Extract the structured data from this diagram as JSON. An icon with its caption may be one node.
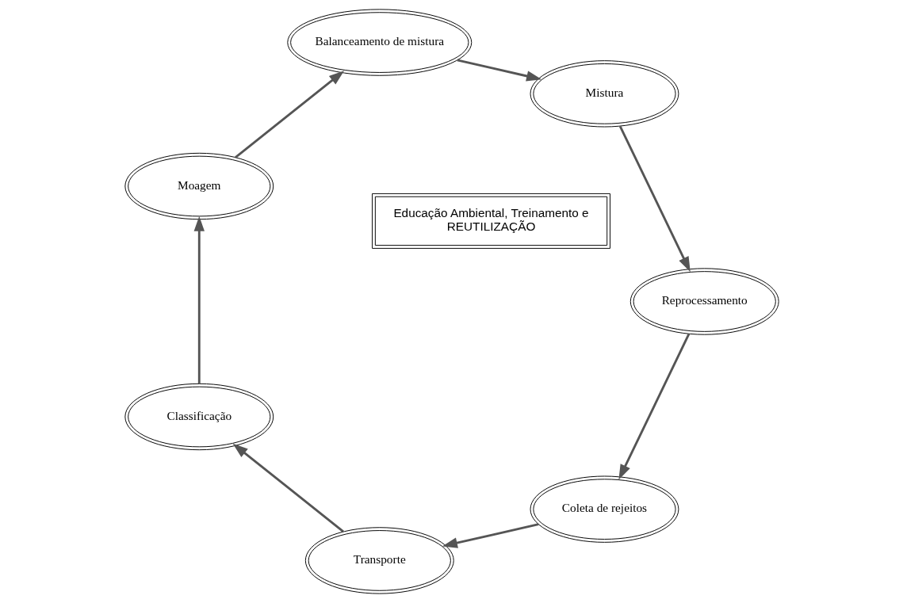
{
  "diagram": {
    "nodes": [
      {
        "text": [
          "Coleta de rejeitos"
        ]
      },
      {
        "text": [
          "Transporte"
        ]
      },
      {
        "text": [
          "Classificação"
        ]
      },
      {
        "text": [
          "Moagem"
        ]
      },
      {
        "text": [
          "Balanceamento de mistura"
        ]
      },
      {
        "text": [
          "Mistura"
        ]
      },
      {
        "text": [
          "Reprocessamento"
        ]
      },
      {
        "text": [
          "Educação Ambiental, Treinamento e",
          "REUTILIZAÇÃO"
        ]
      }
    ],
    "edges": [
      {
        "from": 0,
        "to": 1,
        "arrow": "to"
      },
      {
        "from": 1,
        "to": 2,
        "arrow": "to"
      },
      {
        "from": 2,
        "to": 3,
        "arrow": "to"
      },
      {
        "from": 3,
        "to": 4,
        "arrow": "to"
      },
      {
        "from": 4,
        "to": 5,
        "arrow": "to"
      },
      {
        "from": 5,
        "to": 6,
        "arrow": "to"
      },
      {
        "from": 6,
        "to": 0,
        "arrow": "to"
      }
    ]
  }
}
